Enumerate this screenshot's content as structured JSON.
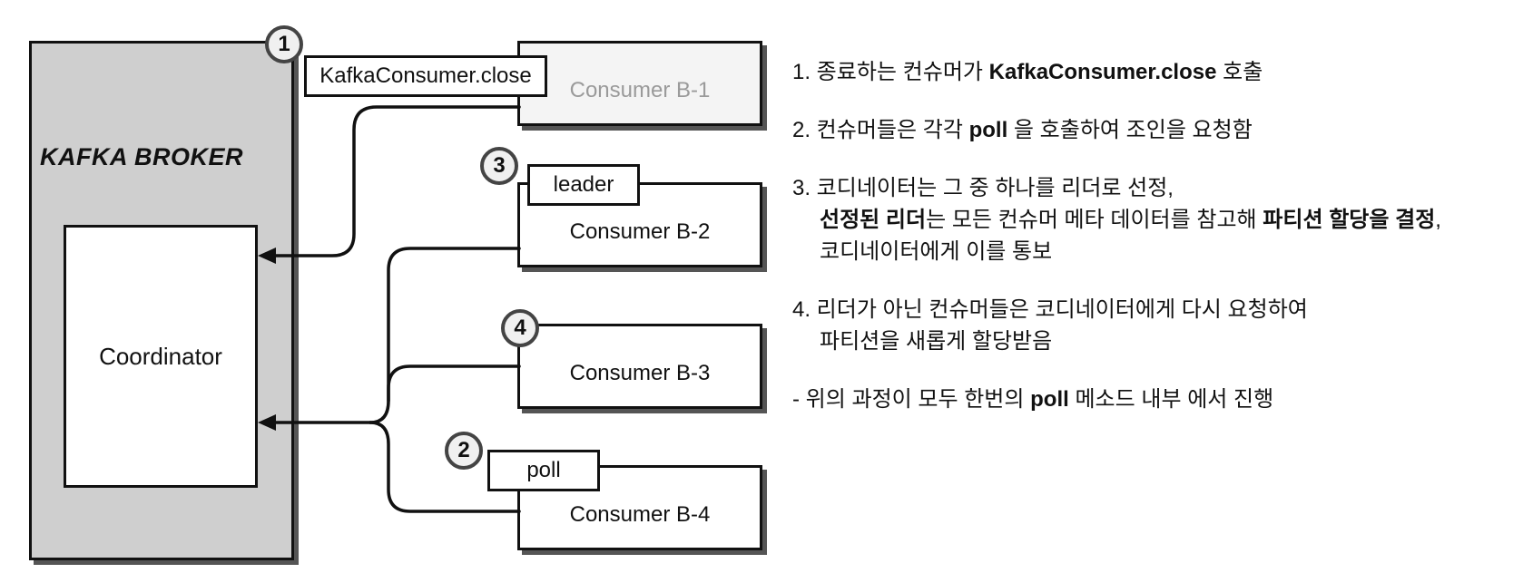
{
  "broker": {
    "title": "KAFKA  BROKER",
    "coordinator_label": "Coordinator"
  },
  "consumers": [
    {
      "label": "Consumer B-1"
    },
    {
      "label": "Consumer B-2"
    },
    {
      "label": "Consumer B-3"
    },
    {
      "label": "Consumer B-4"
    }
  ],
  "callouts": {
    "close": "KafkaConsumer.close",
    "leader": "leader",
    "poll": "poll"
  },
  "badges": [
    "1",
    "3",
    "4",
    "2"
  ],
  "notes": {
    "n1": {
      "pre": "1. 종료하는 컨슈머가 ",
      "b1": "KafkaConsumer.close",
      "post": " 호출"
    },
    "n2": {
      "pre": "2. 컨슈머들은 각각 ",
      "b1": "poll",
      "post": " 을 호출하여 조인을 요청함"
    },
    "n3": {
      "line1": "3. 코디네이터는 그 중 하나를 리더로 선정,",
      "b1": "선정된 리더",
      "mid": "는 모든 컨슈머 메타 데이터를 참고해 ",
      "b2": "파티션 할당을 결정",
      "end": ",",
      "line3": "코디네이터에게 이를 통보"
    },
    "n4": {
      "line1": "4. 리더가 아닌 컨슈머들은 코디네이터에게 다시 요청하여",
      "line2": "파티션을 새롭게 할당받음"
    },
    "n5": {
      "pre": "- 위의 과정이 모두 한번의 ",
      "b1": "poll",
      "post": " 메소드 내부 에서 진행"
    }
  },
  "colors": {
    "broker_fill": "#cfcfcf",
    "line": "#111111",
    "faded_text": "#9a9a9a"
  }
}
